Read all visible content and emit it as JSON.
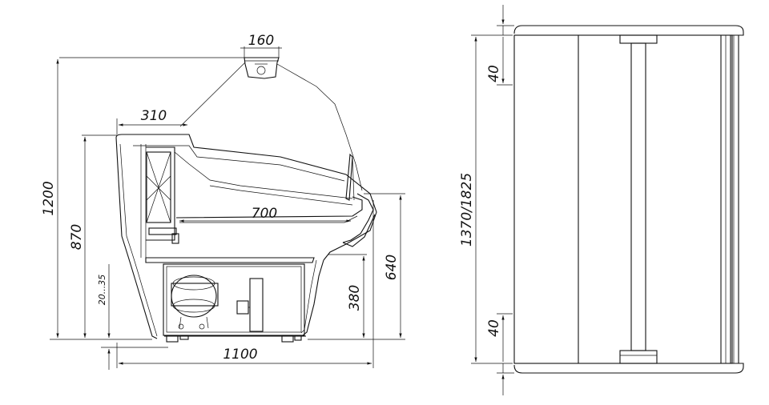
{
  "side_view": {
    "dims": {
      "height_total": "1200",
      "height_counter": "870",
      "gap": "20...35",
      "width_total": "1100",
      "lamp_width": "160",
      "top_depth": "310",
      "shelf_depth": "700",
      "front_height": "640",
      "base_height": "380"
    }
  },
  "front_view": {
    "dims": {
      "length": "1370/1825",
      "end_top": "40",
      "end_bottom": "40"
    }
  }
}
